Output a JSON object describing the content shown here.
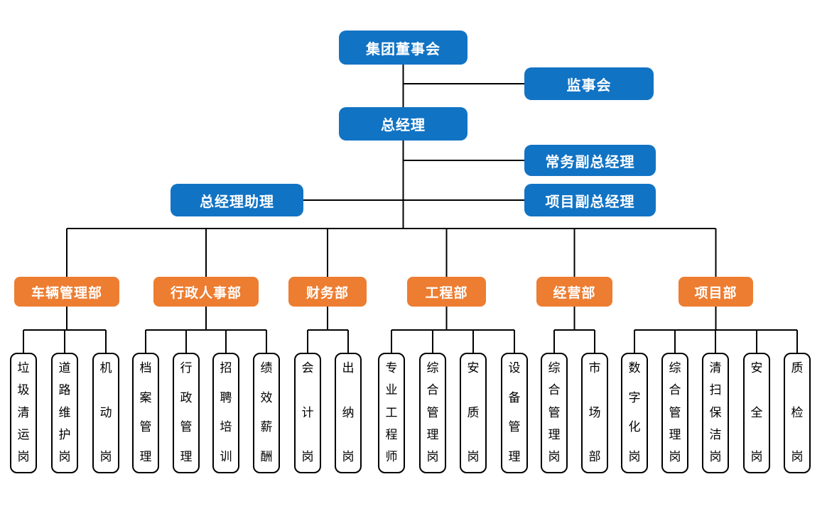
{
  "org_chart": {
    "executives": {
      "board": "集团董事会",
      "supervisory_board": "监事会",
      "general_manager": "总经理",
      "executive_deputy_general_manager": "常务副总经理",
      "general_manager_assistant": "总经理助理",
      "project_deputy_general_manager": "项目副总经理"
    },
    "departments": [
      {
        "label": "车辆管理部",
        "positions": [
          "垃圾清运岗",
          "道路维护岗",
          "机动岗"
        ]
      },
      {
        "label": "行政人事部",
        "positions": [
          "档案管理",
          "行政管理",
          "招聘培训",
          "绩效薪酬"
        ]
      },
      {
        "label": "财务部",
        "positions": [
          "会计岗",
          "出纳岗"
        ]
      },
      {
        "label": "工程部",
        "positions": [
          "专业工程师",
          "综合管理岗",
          "安质岗",
          "设备管理"
        ]
      },
      {
        "label": "经营部",
        "positions": [
          "综合管理岗",
          "市场部"
        ]
      },
      {
        "label": "项目部",
        "positions": [
          "数字化岗",
          "综合管理岗",
          "清扫保洁岗",
          "安全岗",
          "质检岗"
        ]
      }
    ]
  },
  "colors": {
    "executive_blue": "#1173C4",
    "department_orange": "#ED7D31",
    "position_bg": "#FFFFFF",
    "position_border": "#000000",
    "connector": "#000000",
    "text_on_color": "#FFFFFF",
    "text_on_white": "#000000"
  }
}
